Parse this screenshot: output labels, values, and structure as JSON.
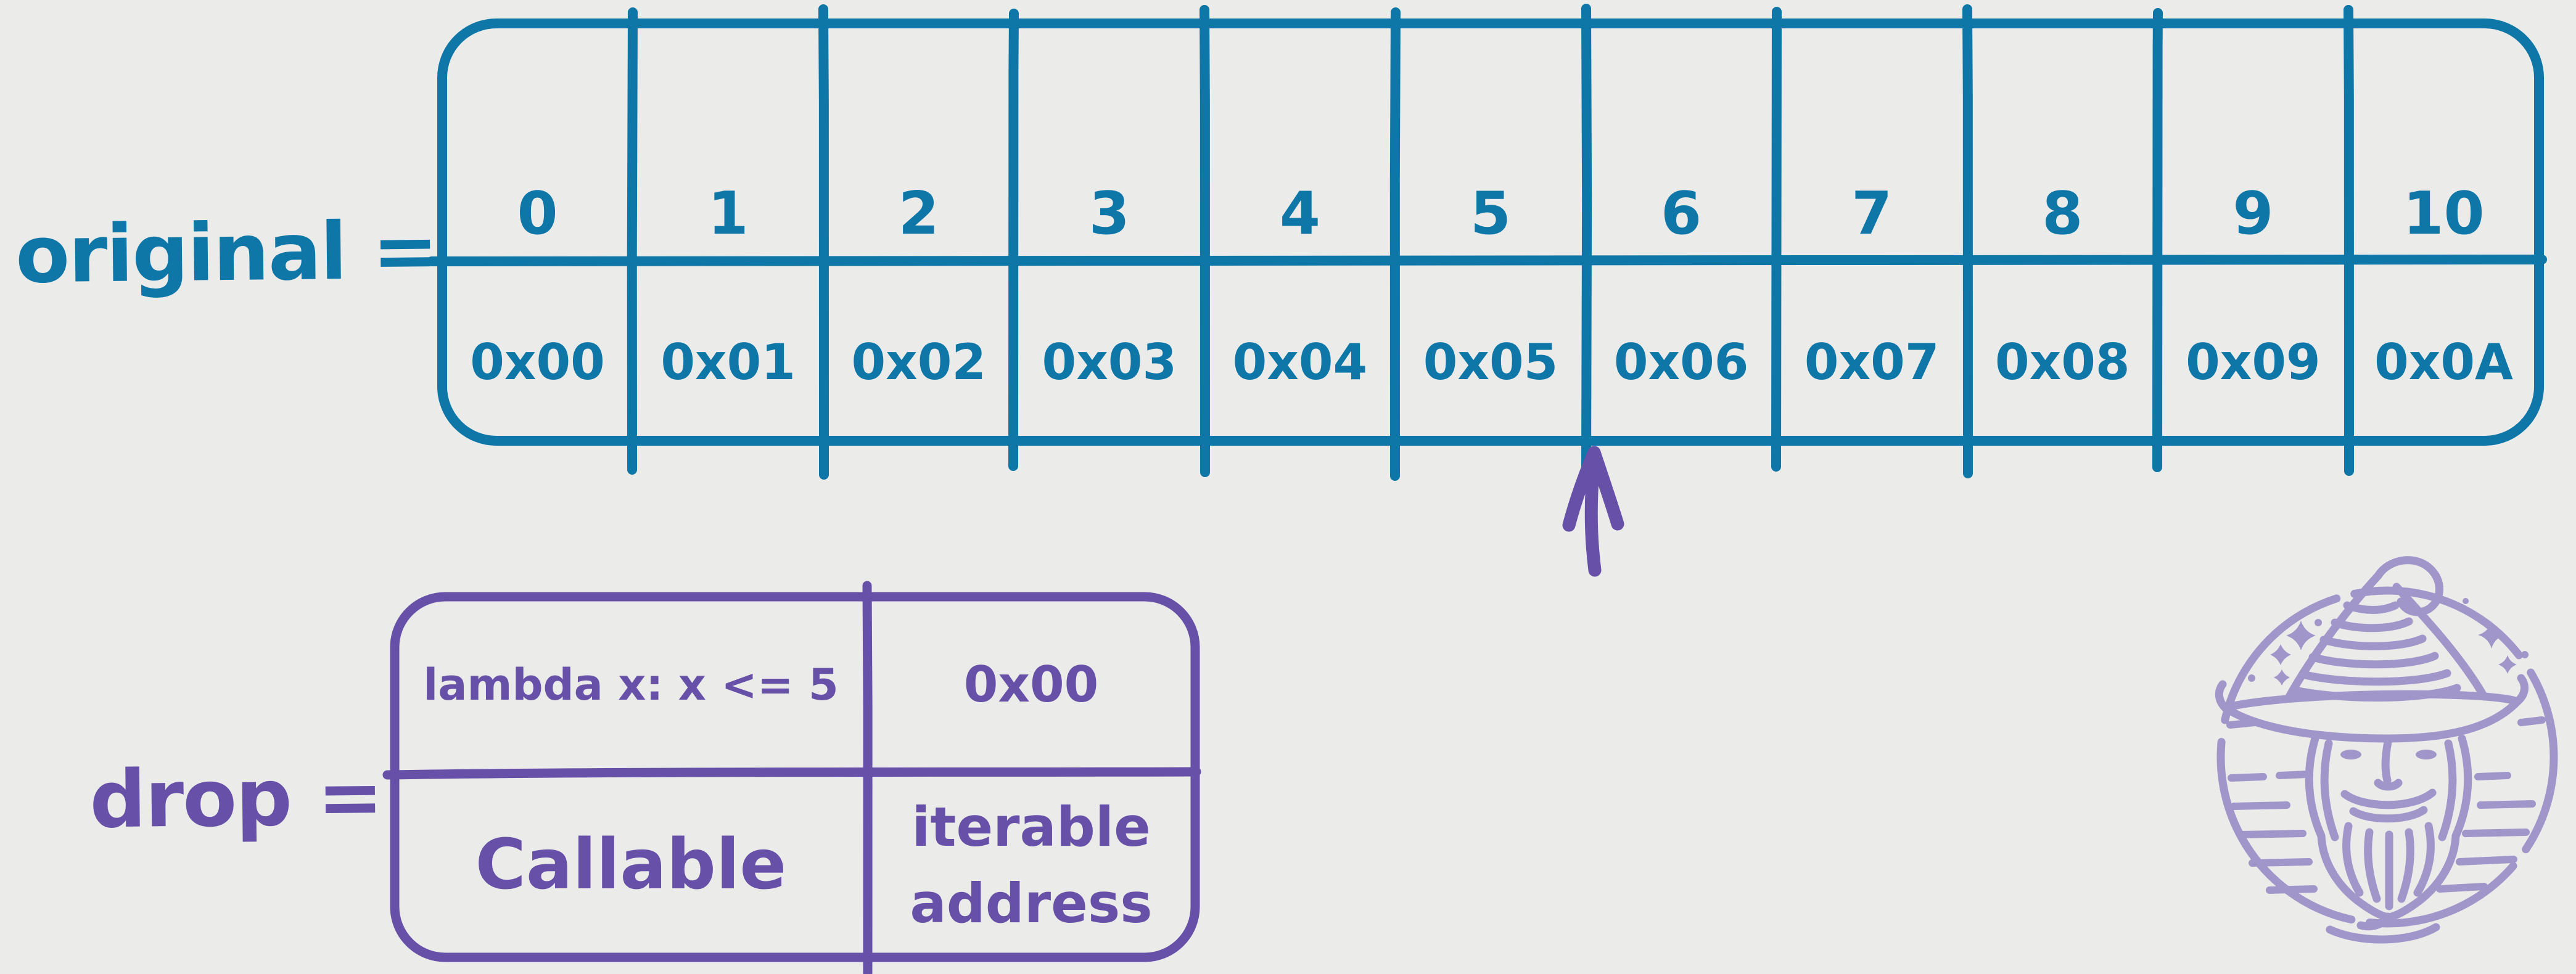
{
  "palette": {
    "background": "#ebebea",
    "teal": "#0e77a7",
    "purple": "#6750a7",
    "lavender": "#a096ca"
  },
  "original_table": {
    "label": "original =",
    "indices": [
      "0",
      "1",
      "2",
      "3",
      "4",
      "5",
      "6",
      "7",
      "8",
      "9",
      "10"
    ],
    "addresses": [
      "0x00",
      "0x01",
      "0x02",
      "0x03",
      "0x04",
      "0x05",
      "0x06",
      "0x07",
      "0x08",
      "0x09",
      "0x0A"
    ]
  },
  "pointer": {
    "description": "up-arrow pointing at boundary between index 5 and index 6"
  },
  "drop_table": {
    "label": "drop =",
    "top_left": "lambda x: x <= 5",
    "top_right": "0x00",
    "bottom_left": "Callable",
    "bottom_right": "iterable address"
  },
  "logo": {
    "name": "wizard-logo"
  }
}
